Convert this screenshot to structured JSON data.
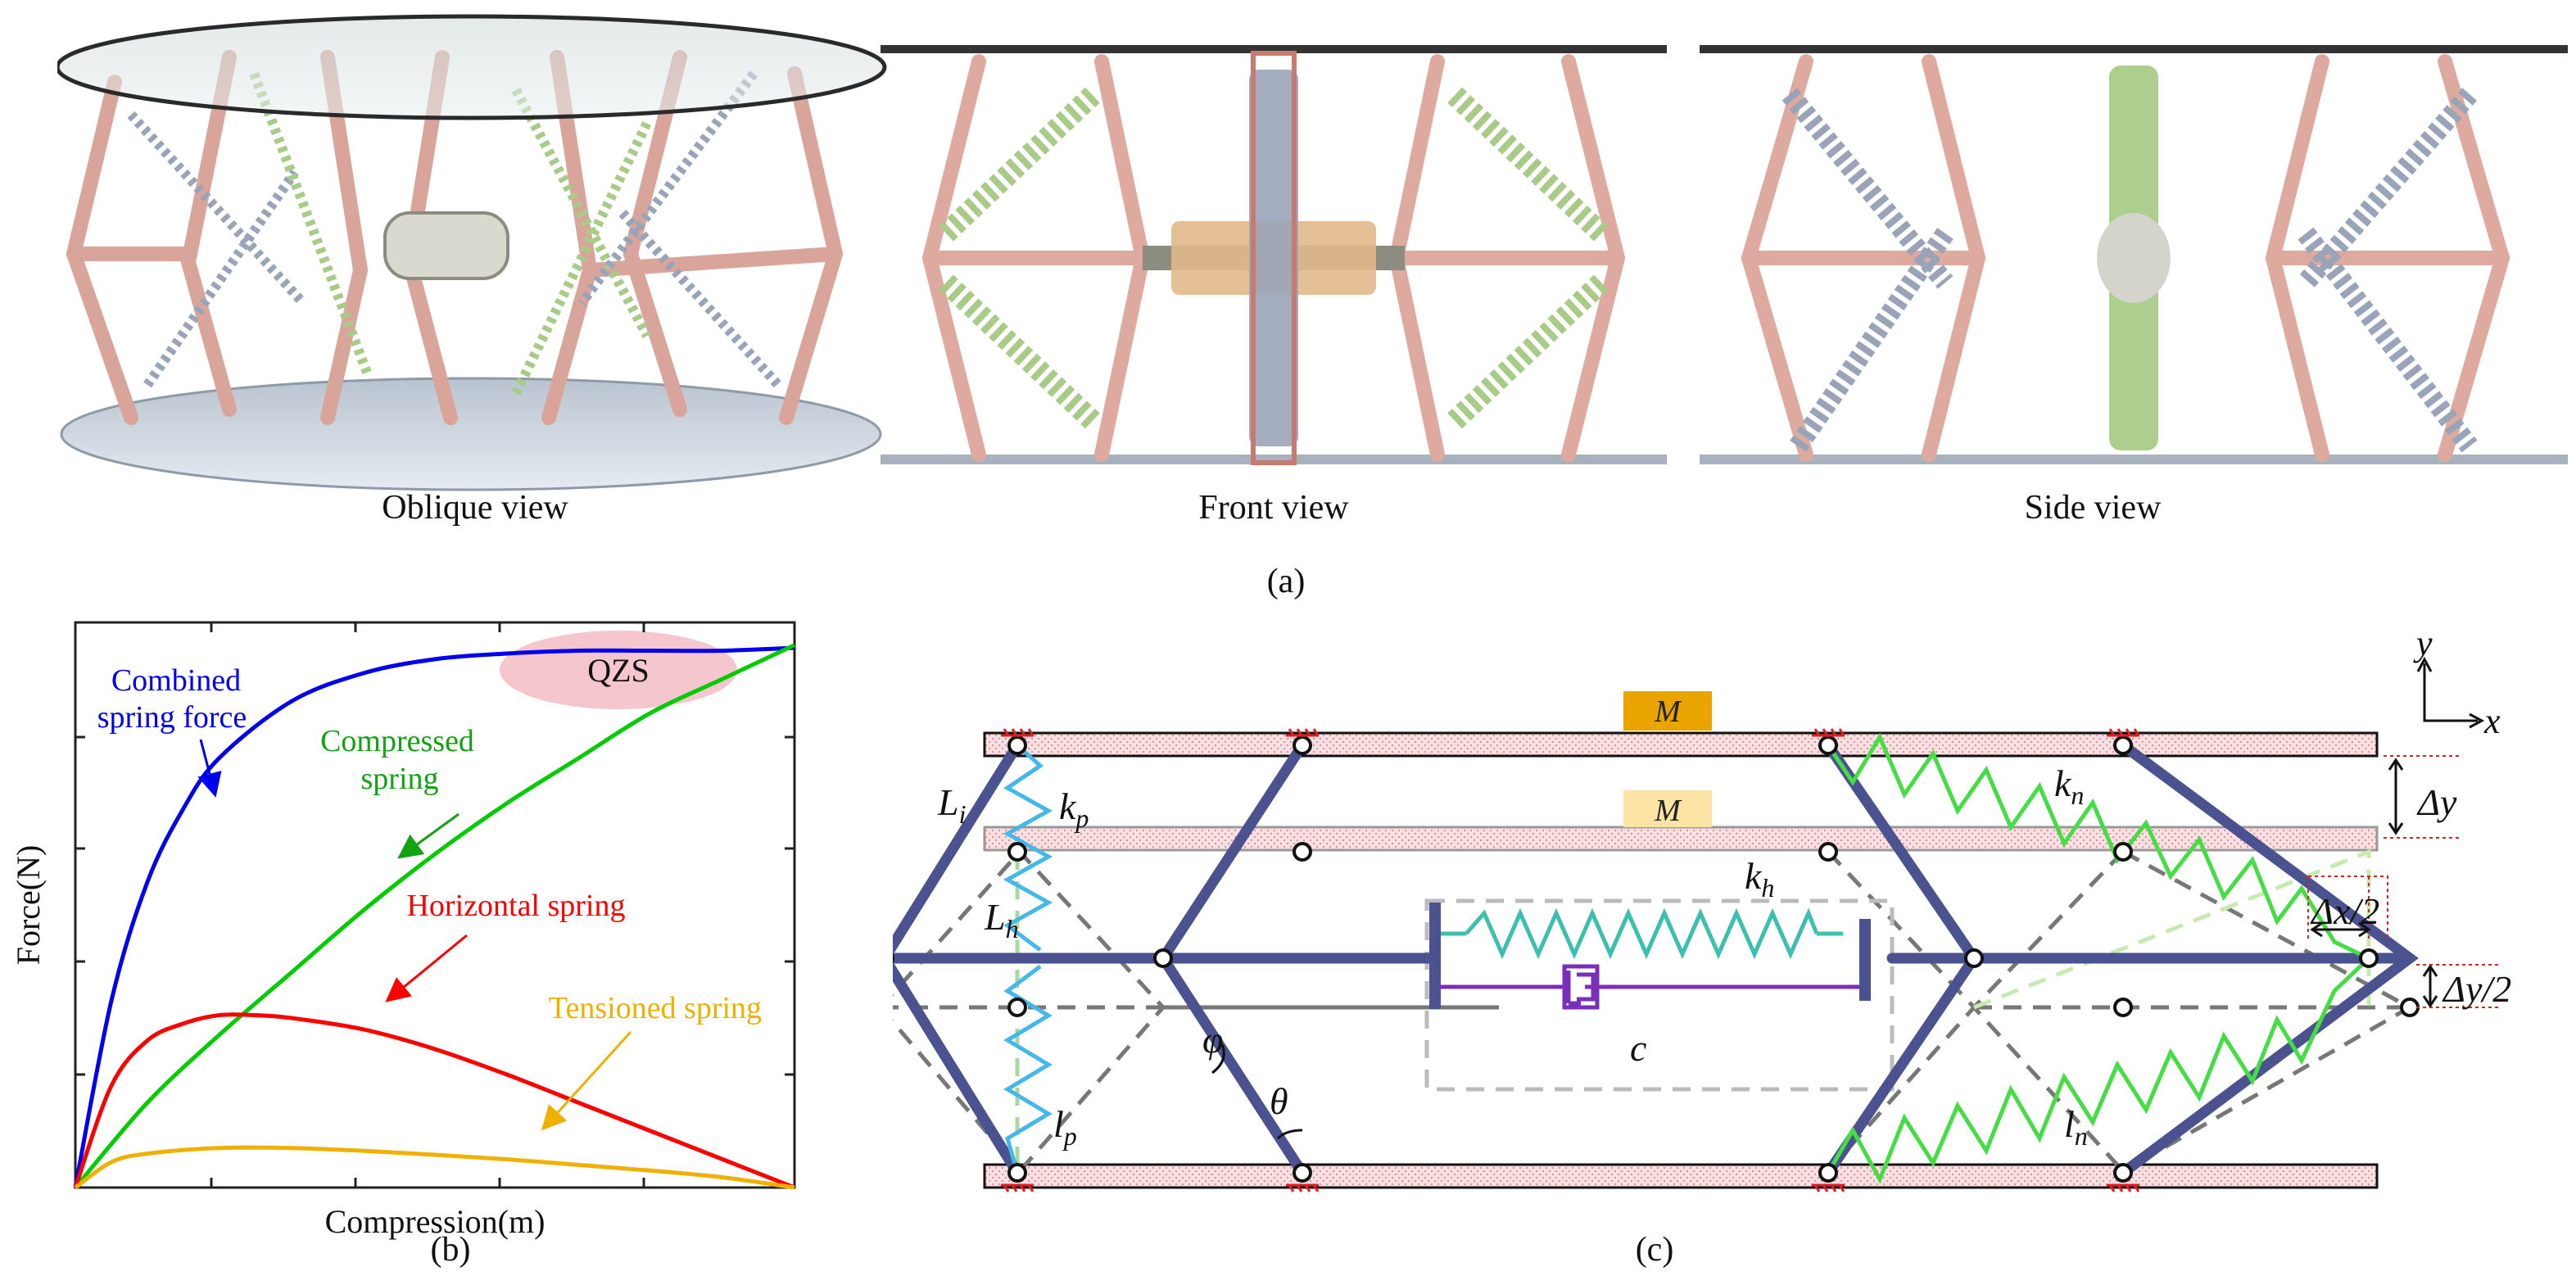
{
  "panel_a": {
    "views": [
      {
        "label": "Oblique view"
      },
      {
        "label": "Front view"
      },
      {
        "label": "Side view"
      }
    ],
    "label": "(a)"
  },
  "panel_b": {
    "label": "(b)",
    "chart_data": {
      "type": "line",
      "xlabel": "Compression(m)",
      "ylabel": "Force(N)",
      "x_ticks_shown": false,
      "y_ticks_shown": false,
      "xlim": [
        0,
        1
      ],
      "ylim": [
        0,
        1
      ],
      "region_label": "QZS",
      "series": [
        {
          "name": "Combined spring force",
          "color": "#0000ee",
          "x": [
            0,
            0.05,
            0.1,
            0.15,
            0.2,
            0.3,
            0.4,
            0.5,
            0.6,
            0.7,
            0.8,
            0.9,
            1.0
          ],
          "y": [
            0,
            0.33,
            0.54,
            0.67,
            0.76,
            0.86,
            0.91,
            0.935,
            0.945,
            0.95,
            0.95,
            0.95,
            0.955
          ]
        },
        {
          "name": "Compressed spring",
          "color": "#00cc00",
          "x": [
            0,
            0.1,
            0.2,
            0.3,
            0.4,
            0.5,
            0.6,
            0.7,
            0.8,
            0.9,
            1.0
          ],
          "y": [
            0,
            0.15,
            0.27,
            0.38,
            0.49,
            0.59,
            0.68,
            0.76,
            0.84,
            0.9,
            0.96
          ]
        },
        {
          "name": "Horizontal spring",
          "color": "#ff0000",
          "x": [
            0,
            0.05,
            0.1,
            0.15,
            0.2,
            0.25,
            0.3,
            0.4,
            0.5,
            0.6,
            0.7,
            0.8,
            0.9,
            1.0
          ],
          "y": [
            0,
            0.18,
            0.26,
            0.29,
            0.305,
            0.305,
            0.3,
            0.28,
            0.245,
            0.2,
            0.15,
            0.1,
            0.05,
            0
          ]
        },
        {
          "name": "Tensioned spring",
          "color": "#f0b000",
          "x": [
            0,
            0.05,
            0.1,
            0.2,
            0.3,
            0.4,
            0.5,
            0.6,
            0.7,
            0.8,
            0.9,
            1.0
          ],
          "y": [
            0,
            0.045,
            0.06,
            0.07,
            0.07,
            0.065,
            0.058,
            0.05,
            0.04,
            0.03,
            0.018,
            0
          ]
        }
      ]
    }
  },
  "panel_c": {
    "label": "(c)",
    "symbols": {
      "mass": "M",
      "y_axis": "y",
      "x_axis": "x",
      "Li": "L",
      "Li_sub": "i",
      "Lh": "L",
      "Lh_sub": "h",
      "kp": "k",
      "kp_sub": "p",
      "kh": "k",
      "kh_sub": "h",
      "kn": "k",
      "kn_sub": "n",
      "lp": "l",
      "lp_sub": "p",
      "ln": "l",
      "ln_sub": "n",
      "c": "c",
      "phi": "φ",
      "theta": "θ",
      "dy": "Δy",
      "dx2": "Δx/2",
      "dy2": "Δy/2"
    },
    "colors": {
      "plate": "#f9d5d8",
      "link": "#4a5290",
      "spring_p": "#44b8e8",
      "spring_h": "#3dbfb0",
      "spring_n": "#44dd44",
      "damper": "#7a2fb8",
      "mass": "#e9a400",
      "mass_light": "#fbe3a6"
    }
  }
}
